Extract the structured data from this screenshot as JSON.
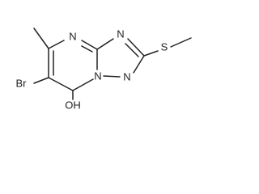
{
  "molecule": {
    "atoms": {
      "ring_n_top": "N",
      "triazole_n_top": "N",
      "bridge_n": "N",
      "triazole_n_bottom": "N",
      "thio_s": "S",
      "bromo": "Br",
      "hydroxyl": "OH"
    }
  }
}
